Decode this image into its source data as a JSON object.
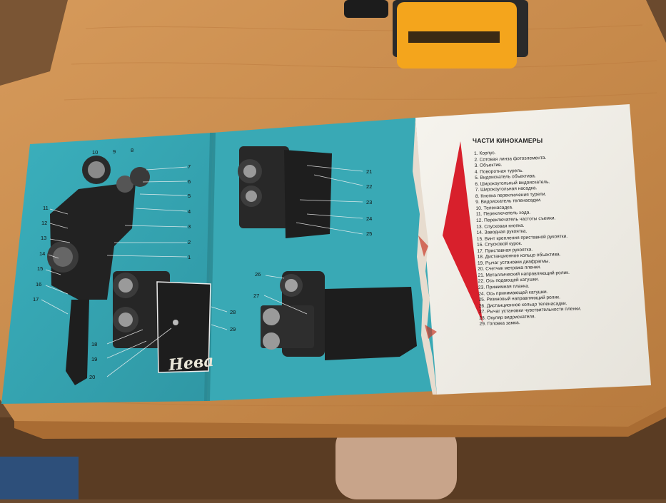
{
  "booklet": {
    "parts_title": "ЧАСТИ КИНОКАМЕРЫ",
    "parts": [
      "1. Корпус.",
      "2. Сотовая линза фотоэлемента.",
      "3. Объектив.",
      "4. Поворотная турель.",
      "5. Видоискатель объектива.",
      "6. Широкоугольный видоискатель.",
      "7. Широкоугольная насадка.",
      "8. Кнопка переключения турели.",
      "9. Видоискатель теленасадки.",
      "10. Теленасадка.",
      "11. Переключатель хода.",
      "12. Переключатель частоты съемки.",
      "13. Спусковая кнопка.",
      "14. Заводная рукоятка.",
      "15. Винт крепления приставной рукоятки.",
      "16. Спусковой курок.",
      "17. Приставная рукоятка.",
      "18. Дистанционное кольцо объектива.",
      "19. Рычаг установки диафрагмы.",
      "20. Счетчик метража пленки.",
      "21. Металлический направляющий ролик.",
      "22. Ось подающей катушки.",
      "23. Прижимная планка.",
      "24. Ось принимающей катушки.",
      "25. Резиновый направляющий ролик.",
      "26. Дистанционное кольцо теленасадки.",
      "27. Рычаг установки чувствительности пленки.",
      "28. Окуляр видоискателя.",
      "29. Головка замка."
    ],
    "brand": "Нева",
    "callouts": {
      "c1": "1",
      "c2": "2",
      "c3": "3",
      "c4": "4",
      "c5": "5",
      "c6": "6",
      "c7": "7",
      "c8": "8",
      "c9": "9",
      "c10": "10",
      "c11": "11",
      "c12": "12",
      "c13": "13",
      "c14": "14",
      "c15": "15",
      "c16": "16",
      "c17": "17",
      "c18": "18",
      "c19": "19",
      "c20": "20",
      "c21": "21",
      "c22": "22",
      "c23": "23",
      "c24": "24",
      "c25": "25",
      "c26": "26",
      "c27": "27",
      "c28": "28",
      "c29": "29"
    }
  },
  "colors": {
    "table": "#c98c4e",
    "page_cyan": "#3aa6b2",
    "page_white": "#f2f0ea",
    "triangle": "#d8202c",
    "yellow_box": "#f4a51c",
    "floor": "#6b4a2e"
  }
}
